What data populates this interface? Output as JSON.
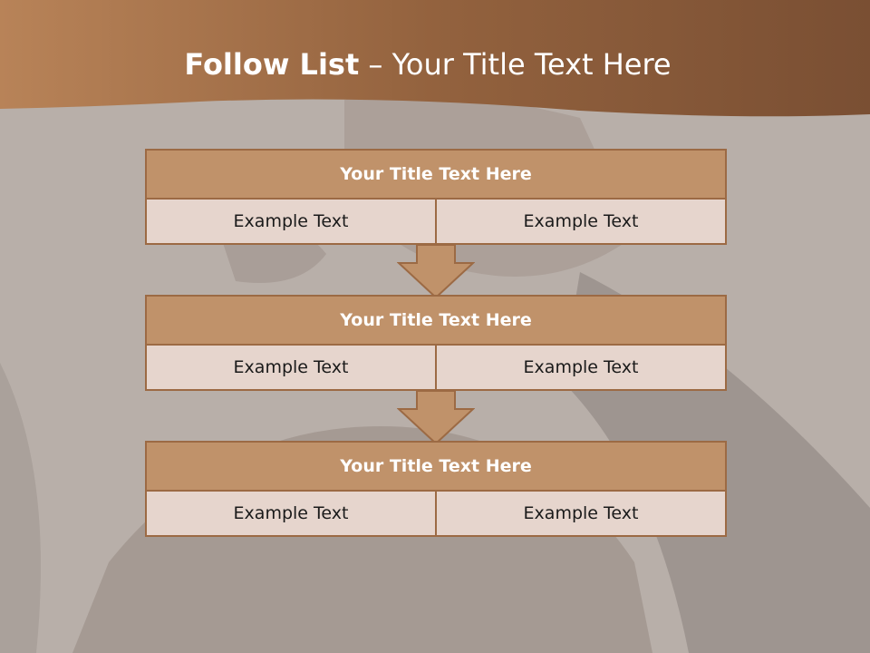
{
  "slide": {
    "title_bold": "Follow List",
    "title_rest": "– Your Title Text Here"
  },
  "blocks": [
    {
      "title": "Your Title Text Here",
      "cells": [
        "Example Text",
        "Example Text"
      ]
    },
    {
      "title": "Your Title Text Here",
      "cells": [
        "Example Text",
        "Example Text"
      ]
    },
    {
      "title": "Your Title Text Here",
      "cells": [
        "Example Text",
        "Example Text"
      ]
    }
  ],
  "colors": {
    "header_brown": "#7a5033",
    "block_title": "#c0926a",
    "block_cell": "#e6d5cd",
    "border": "#9c6a44"
  }
}
